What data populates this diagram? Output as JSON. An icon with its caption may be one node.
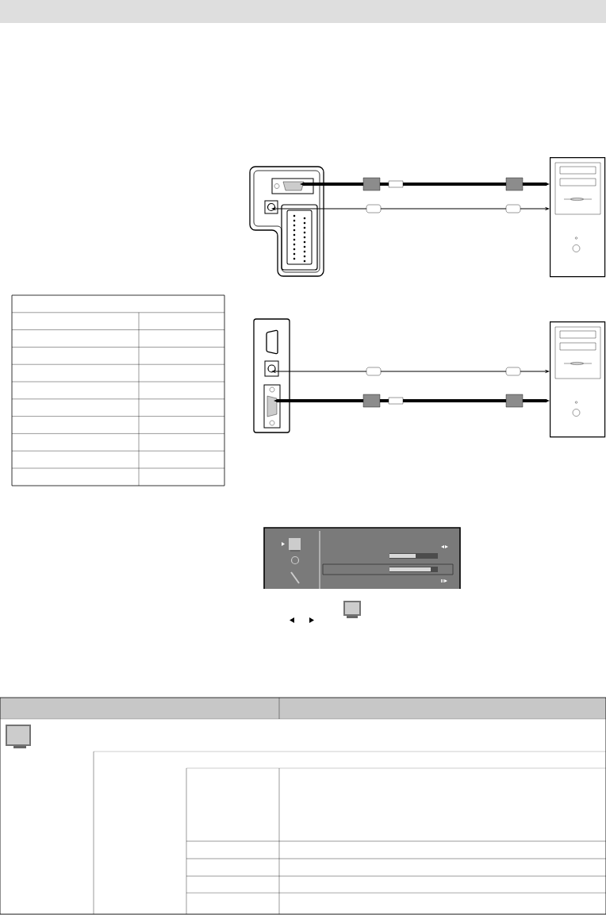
{
  "diagram": {
    "nodes": [
      {
        "text": [],
        "shape": "panel"
      },
      {
        "text": [],
        "shape": "computer"
      },
      {
        "text": [],
        "shape": "panel"
      },
      {
        "text": [],
        "shape": "computer"
      }
    ],
    "edges": [
      {
        "from": 1,
        "to": 0,
        "arrow": "both",
        "style": "thick"
      },
      {
        "from": 1,
        "to": 0,
        "arrow": "both"
      },
      {
        "from": 3,
        "to": 2,
        "arrow": "both"
      },
      {
        "from": 3,
        "to": 2,
        "arrow": "both",
        "style": "thick"
      }
    ]
  }
}
